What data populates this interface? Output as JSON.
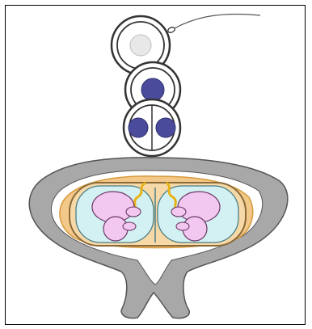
{
  "diagram": {
    "stages": [
      "sperm-egg-fertilization",
      "zygote-single-cell",
      "zygote-two-cell-split",
      "monozygotic-twins-in-uterus"
    ],
    "colors": {
      "frame_border": "#000000",
      "cell_outline": "#333333",
      "cell_fill": "#ffffff",
      "egg_nucleus": "#e6e6e6",
      "nucleus_blue": "#4b4b9c",
      "uterus_gray": "#a9a9a9",
      "placenta_orange": "#f1c27d",
      "amniotic_fluid": "#d3f1f3",
      "fetus_pink": "#f2c7f0",
      "cord_yellow": "#e8b318"
    }
  }
}
